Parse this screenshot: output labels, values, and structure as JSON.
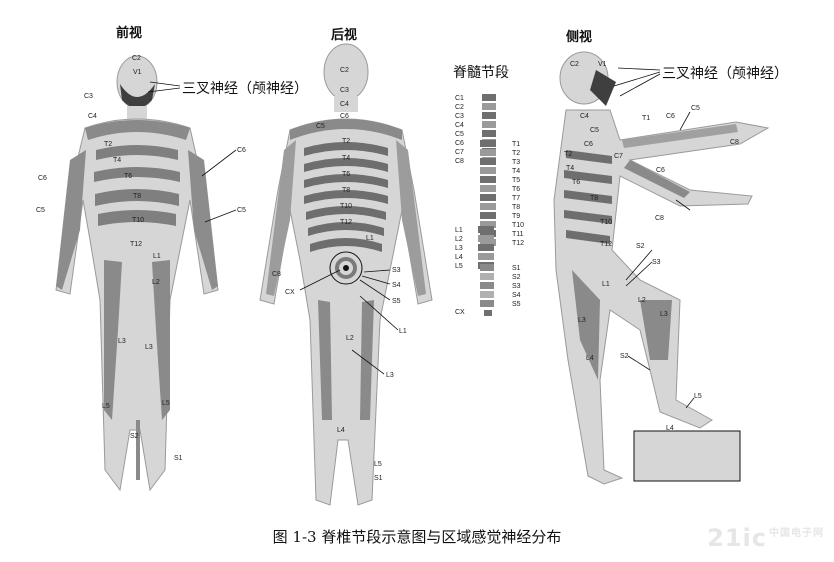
{
  "titles": {
    "front": "前视",
    "back": "后视",
    "side": "侧视",
    "spine": "脊髓节段"
  },
  "nerve_label": "三叉神经（颅神经）",
  "caption": "图 1-3  脊椎节段示意图与区域感觉神经分布",
  "watermark": {
    "main": "21ic",
    "sub": "中国电子网"
  },
  "front_labels": [
    "C2",
    "V1",
    "C3",
    "C4",
    "T2",
    "T4",
    "T6",
    "C6",
    "T8",
    "C5",
    "T10",
    "C5",
    "C6",
    "T12",
    "L1",
    "L2",
    "L3",
    "L3",
    "L5",
    "L5",
    "S2",
    "S1"
  ],
  "back_labels": [
    "C2",
    "C3",
    "C4",
    "C5",
    "C6",
    "T2",
    "T4",
    "T6",
    "T8",
    "T10",
    "T12",
    "L1",
    "C8",
    "S3",
    "S4",
    "S5",
    "CX",
    "L1",
    "L2",
    "L3",
    "L4",
    "L5",
    "S1"
  ],
  "spine_labels": {
    "cervical": [
      "C1",
      "C2",
      "C3",
      "C4",
      "C5",
      "C6",
      "C7",
      "C8"
    ],
    "thoracic": [
      "T1",
      "T2",
      "T3",
      "T4",
      "T5",
      "T6",
      "T7",
      "T8",
      "T9",
      "T10",
      "T11",
      "T12"
    ],
    "lumbar": [
      "L1",
      "L2",
      "L3",
      "L4",
      "L5"
    ],
    "sacral": [
      "S1",
      "S2",
      "S3",
      "S4",
      "S5"
    ],
    "coccyx": "CX"
  },
  "side_labels": [
    "C2",
    "V1",
    "C4",
    "C5",
    "C6",
    "T1",
    "C6",
    "C5",
    "C8",
    "C7",
    "C6",
    "T2",
    "T4",
    "T6",
    "T8",
    "T10",
    "C8",
    "T12",
    "S2",
    "S3",
    "L1",
    "L2",
    "L3",
    "L3",
    "L4",
    "S2",
    "L5",
    "L4"
  ],
  "colors": {
    "skin": "#d6d6d6",
    "dermatome_dark": "#7f7f7f",
    "dermatome_mid": "#a8a8a8",
    "outline": "#9a9a9a",
    "text": "#222222"
  }
}
